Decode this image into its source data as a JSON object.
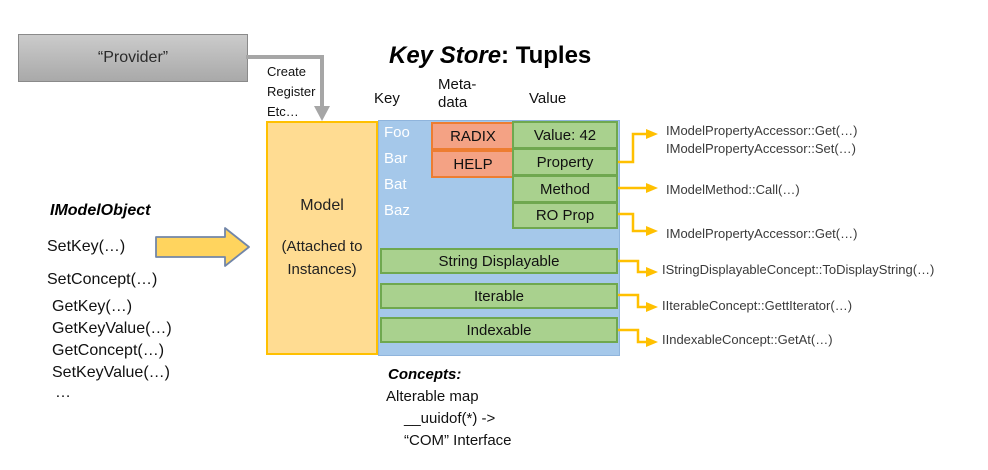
{
  "provider": {
    "label": "“Provider”"
  },
  "connector_label": {
    "lines": [
      "Create",
      "Register",
      "Etc…"
    ]
  },
  "title": {
    "key_store": "Key Store",
    "separator": ": ",
    "tuples": "Tuples"
  },
  "columns": {
    "key": "Key",
    "meta_line1": "Meta-",
    "meta_line2": "data",
    "value": "Value"
  },
  "model_box": {
    "title": "Model",
    "subtitle_line1": "(Attached to",
    "subtitle_line2": "Instances)"
  },
  "keys": [
    "Foo",
    "Bar",
    "Bat",
    "Baz"
  ],
  "metadata_tags": [
    "RADIX",
    "HELP"
  ],
  "value_cells": [
    "Value: 42",
    "Property",
    "Method",
    "RO Prop"
  ],
  "concept_rows": [
    "String Displayable",
    "Iterable",
    "Indexable"
  ],
  "imodel": {
    "heading": "IModelObject",
    "methods": [
      "SetKey(…)",
      "SetConcept(…)",
      "GetKey(…)",
      "GetKeyValue(…)",
      "GetConcept(…)",
      "SetKeyValue(…)",
      "…"
    ]
  },
  "api_labels": {
    "property_get": "IModelPropertyAccessor::Get(…)",
    "property_set": "IModelPropertyAccessor::Set(…)",
    "method_call": "IModelMethod::Call(…)",
    "ro_prop_get": "IModelPropertyAccessor::Get(…)",
    "string_displayable": "IStringDisplayableConcept::ToDisplayString(…)",
    "iterable": "IIterableConcept::GettIterator(…)",
    "indexable": "IIndexableConcept::GetAt(…)"
  },
  "concepts_note": {
    "heading": "Concepts:",
    "lines": [
      "Alterable map",
      "__uuidof(*) ->",
      "“COM” Interface"
    ]
  },
  "colors": {
    "model_fill": "#FFDC92",
    "model_border": "#FFC000",
    "panel_blue": "#A5C8EA",
    "metadata_fill": "#F4A284",
    "metadata_border": "#ED7D31",
    "green_fill": "#A9D18E",
    "green_border": "#6FA84F",
    "connector_yellow": "#FFC000",
    "big_arrow_fill": "#FFD45E",
    "provider_gray": "#BFBFBF",
    "gray_connector": "#A6A6A6"
  }
}
